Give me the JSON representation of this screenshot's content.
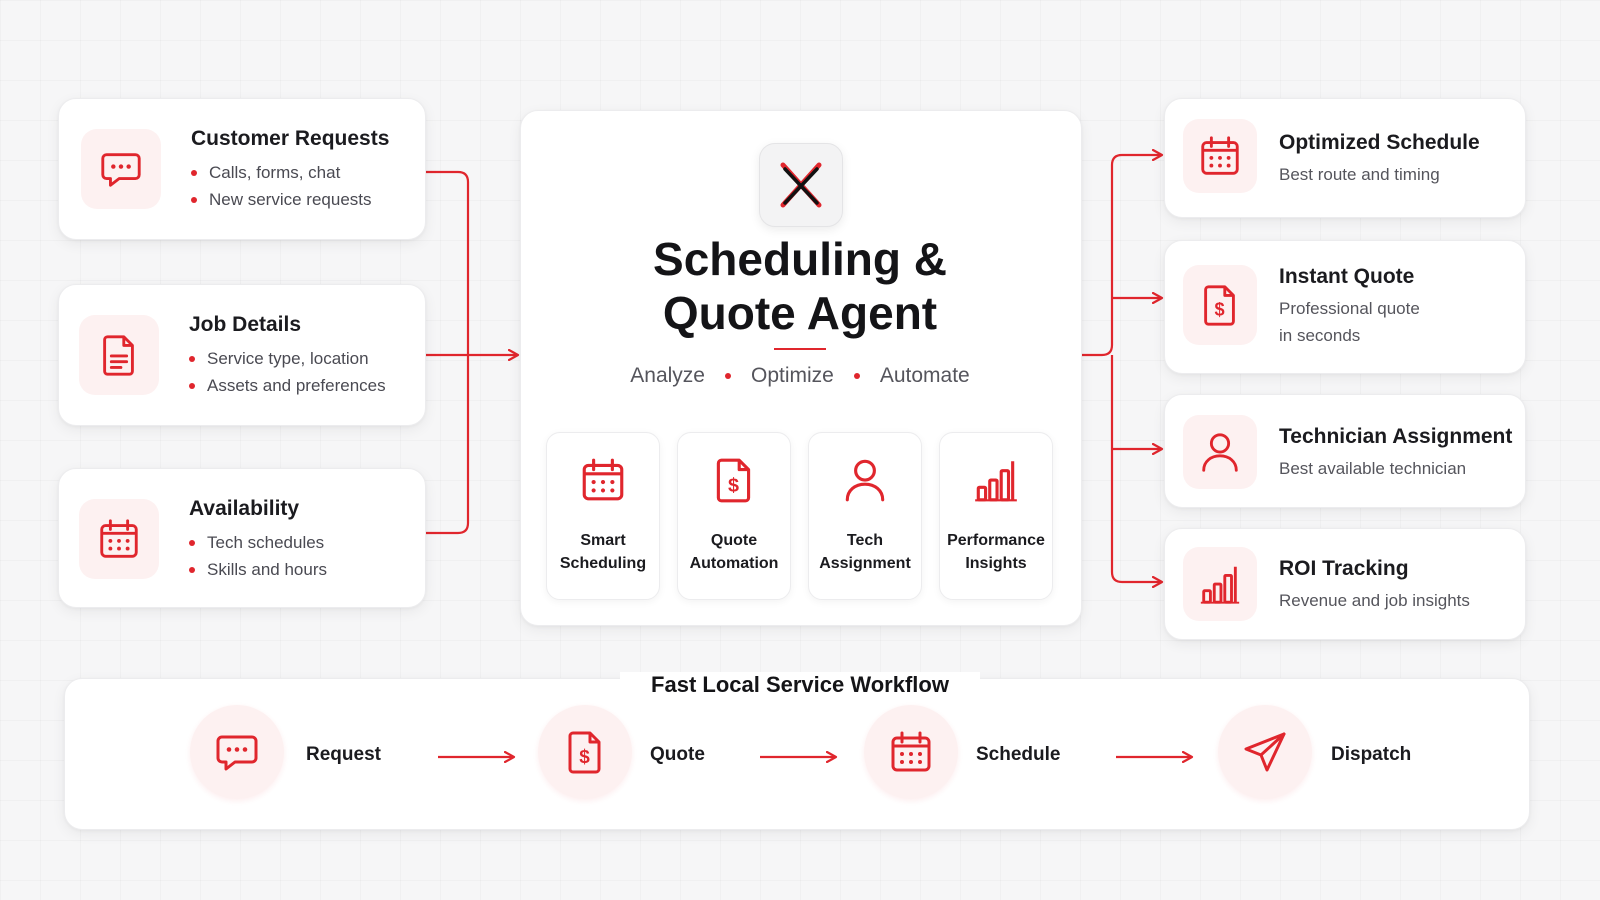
{
  "colors": {
    "accent": "#e0262d",
    "background": "#f6f6f7",
    "card": "#ffffff",
    "tile": "#fdf1f1"
  },
  "inputs": [
    {
      "title": "Customer Requests",
      "icon": "chat-icon",
      "bullets": [
        "Calls, forms, chat",
        "New service requests"
      ]
    },
    {
      "title": "Job Details",
      "icon": "document-icon",
      "bullets": [
        "Service type, location",
        "Assets and preferences"
      ]
    },
    {
      "title": "Availability",
      "icon": "calendar-icon",
      "bullets": [
        "Tech schedules",
        "Skills and hours"
      ]
    }
  ],
  "agent": {
    "logo_icon": "x-logo-icon",
    "title_line1": "Scheduling &",
    "title_line2": "Quote Agent",
    "tagline": [
      "Analyze",
      "Optimize",
      "Automate"
    ],
    "features": [
      {
        "line1": "Smart",
        "line2": "Scheduling",
        "icon": "calendar-icon"
      },
      {
        "line1": "Quote",
        "line2": "Automation",
        "icon": "quote-document-icon"
      },
      {
        "line1": "Tech",
        "line2": "Assignment",
        "icon": "person-icon"
      },
      {
        "line1": "Performance",
        "line2": "Insights",
        "icon": "bar-chart-icon"
      }
    ]
  },
  "outputs": [
    {
      "title": "Optimized Schedule",
      "lines": [
        "Best route and timing"
      ],
      "icon": "calendar-icon"
    },
    {
      "title": "Instant Quote",
      "lines": [
        "Professional quote",
        "in seconds"
      ],
      "icon": "quote-document-icon"
    },
    {
      "title": "Technician Assignment",
      "lines": [
        "Best available technician"
      ],
      "icon": "person-icon"
    },
    {
      "title": "ROI Tracking",
      "lines": [
        "Revenue and job insights"
      ],
      "icon": "bar-chart-icon"
    }
  ],
  "workflow": {
    "title": "Fast Local Service Workflow",
    "steps": [
      {
        "label": "Request",
        "icon": "chat-icon"
      },
      {
        "label": "Quote",
        "icon": "quote-document-icon"
      },
      {
        "label": "Schedule",
        "icon": "calendar-icon"
      },
      {
        "label": "Dispatch",
        "icon": "paper-plane-icon"
      }
    ]
  }
}
